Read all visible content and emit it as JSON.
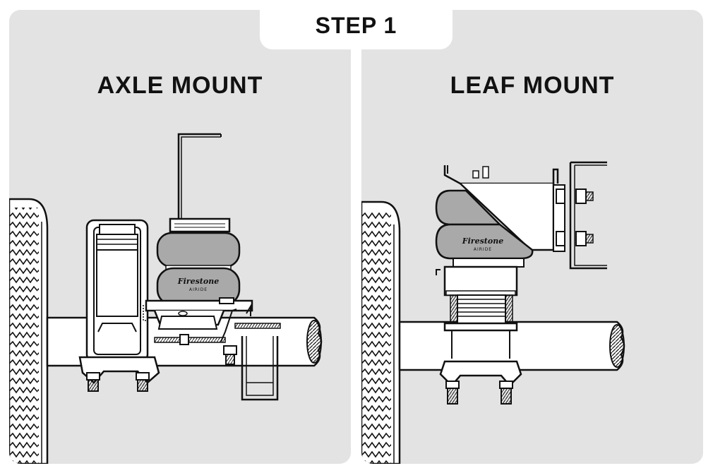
{
  "step": {
    "label": "STEP 1"
  },
  "panels": [
    {
      "title": "AXLE MOUNT",
      "airspring": {
        "brand": "Firestone",
        "sub": "AIRIDE"
      }
    },
    {
      "title": "LEAF MOUNT",
      "airspring": {
        "brand": "Firestone",
        "sub": "AIRIDE"
      }
    }
  ],
  "colors": {
    "panel_bg": "#e3e3e3",
    "outline": "#111111",
    "bellows": "#a9a9a9",
    "tab_bg": "#ffffff"
  },
  "icons": [
    "tire-tread-icon",
    "axle-tube-icon",
    "air-spring-icon",
    "u-bolt-icon",
    "bracket-icon"
  ]
}
